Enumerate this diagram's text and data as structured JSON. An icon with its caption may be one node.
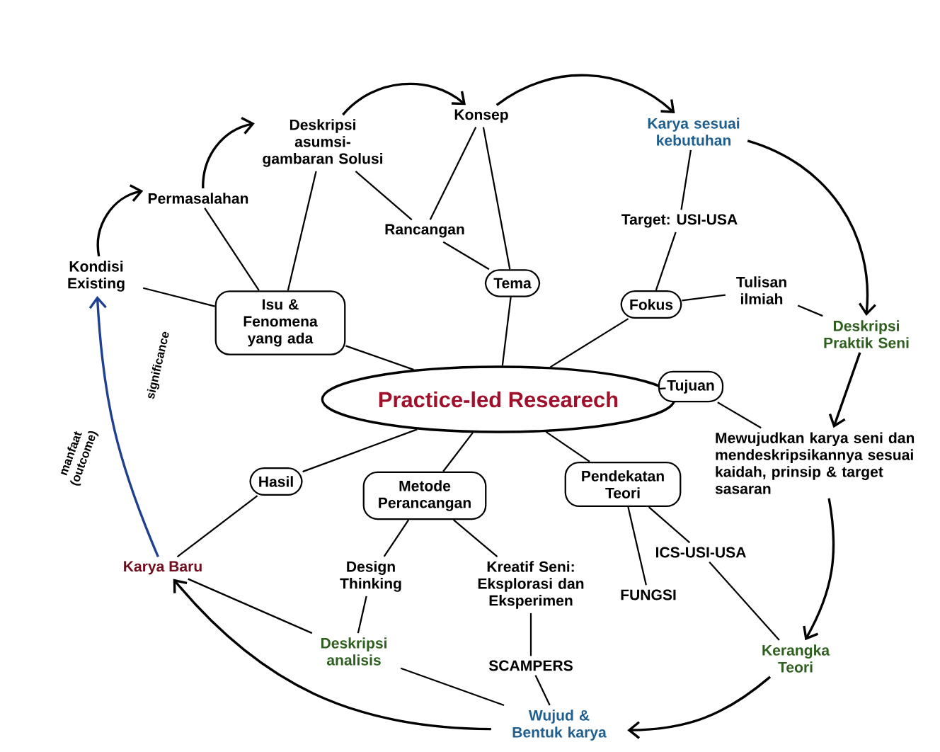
{
  "diagram": {
    "nodes": [
      {
        "text": [
          "Practice-led Researech"
        ]
      },
      {
        "text": [
          "Kondisi Existing"
        ]
      },
      {
        "text": [
          "Permasalahan"
        ]
      },
      {
        "text": [
          "Deskripsi asumsi-gambaran Solusi"
        ]
      },
      {
        "text": [
          "Konsep"
        ]
      },
      {
        "text": [
          "Karya sesuai kebutuhan"
        ]
      },
      {
        "text": [
          "Isu & Fenomena yang ada"
        ]
      },
      {
        "text": [
          "Rancangan"
        ]
      },
      {
        "text": [
          "Tema"
        ]
      },
      {
        "text": [
          "Target: USI-USA"
        ]
      },
      {
        "text": [
          "Fokus"
        ]
      },
      {
        "text": [
          "Tulisan ilmiah"
        ]
      },
      {
        "text": [
          "Deskripsi Praktik Seni"
        ]
      },
      {
        "text": [
          "Tujuan"
        ]
      },
      {
        "text": [
          "Mewujudkan karya seni dan mendeskripsikannya sesuai kaidah, prinsip & target sasaran"
        ]
      },
      {
        "text": [
          "Hasil"
        ]
      },
      {
        "text": [
          "Metode Perancangan"
        ]
      },
      {
        "text": [
          "Pendekatan Teori"
        ]
      },
      {
        "text": [
          "Design Thinking"
        ]
      },
      {
        "text": [
          "Kreatif Seni: Eksplorasi dan Eksperimen"
        ]
      },
      {
        "text": [
          "ICS-USI-USA"
        ]
      },
      {
        "text": [
          "FUNGSI"
        ]
      },
      {
        "text": [
          "Karya Baru"
        ]
      },
      {
        "text": [
          "Deskripsi analisis"
        ]
      },
      {
        "text": [
          "SCAMPERS"
        ]
      },
      {
        "text": [
          "Kerangka Teori"
        ]
      },
      {
        "text": [
          "Wujud & Bentuk karya"
        ]
      }
    ],
    "edges": [
      {
        "from": 1,
        "to": 2,
        "arrow": "to"
      },
      {
        "from": 2,
        "to": 3,
        "arrow": "to"
      },
      {
        "from": 3,
        "to": 4,
        "arrow": "to"
      },
      {
        "from": 4,
        "to": 5,
        "arrow": "to"
      },
      {
        "from": 5,
        "to": 12,
        "arrow": "to"
      },
      {
        "from": 12,
        "to": 14,
        "arrow": "to"
      },
      {
        "from": 14,
        "to": 25,
        "arrow": "to"
      },
      {
        "from": 25,
        "to": 26,
        "arrow": "to"
      },
      {
        "from": 26,
        "to": 22,
        "arrow": "to"
      },
      {
        "from": 22,
        "to": 1,
        "arrow": "to",
        "label": "significance",
        "color": "#1f3f8f"
      },
      {
        "from": 0,
        "to": 6,
        "arrow": "none"
      },
      {
        "from": 6,
        "to": 1,
        "arrow": "none"
      },
      {
        "from": 6,
        "to": 2,
        "arrow": "none"
      },
      {
        "from": 6,
        "to": 3,
        "arrow": "none"
      },
      {
        "from": 0,
        "to": 8,
        "arrow": "none"
      },
      {
        "from": 8,
        "to": 7,
        "arrow": "none"
      },
      {
        "from": 8,
        "to": 4,
        "arrow": "none"
      },
      {
        "from": 7,
        "to": 3,
        "arrow": "none"
      },
      {
        "from": 7,
        "to": 4,
        "arrow": "none"
      },
      {
        "from": 0,
        "to": 10,
        "arrow": "none"
      },
      {
        "from": 10,
        "to": 9,
        "arrow": "none"
      },
      {
        "from": 9,
        "to": 5,
        "arrow": "none"
      },
      {
        "from": 10,
        "to": 11,
        "arrow": "none"
      },
      {
        "from": 11,
        "to": 12,
        "arrow": "none"
      },
      {
        "from": 0,
        "to": 13,
        "arrow": "none"
      },
      {
        "from": 13,
        "to": 14,
        "arrow": "none"
      },
      {
        "from": 0,
        "to": 15,
        "arrow": "none"
      },
      {
        "from": 15,
        "to": 22,
        "arrow": "none"
      },
      {
        "from": 0,
        "to": 16,
        "arrow": "none"
      },
      {
        "from": 16,
        "to": 18,
        "arrow": "none"
      },
      {
        "from": 16,
        "to": 19,
        "arrow": "none"
      },
      {
        "from": 18,
        "to": 23,
        "arrow": "none"
      },
      {
        "from": 22,
        "to": 23,
        "arrow": "none"
      },
      {
        "from": 23,
        "to": 26,
        "arrow": "none"
      },
      {
        "from": 19,
        "to": 24,
        "arrow": "none"
      },
      {
        "from": 24,
        "to": 26,
        "arrow": "none"
      },
      {
        "from": 0,
        "to": 17,
        "arrow": "none"
      },
      {
        "from": 17,
        "to": 20,
        "arrow": "none"
      },
      {
        "from": 17,
        "to": 21,
        "arrow": "none"
      },
      {
        "from": 20,
        "to": 25,
        "arrow": "none"
      }
    ],
    "labels": [
      "manfaat (outcome)"
    ]
  }
}
